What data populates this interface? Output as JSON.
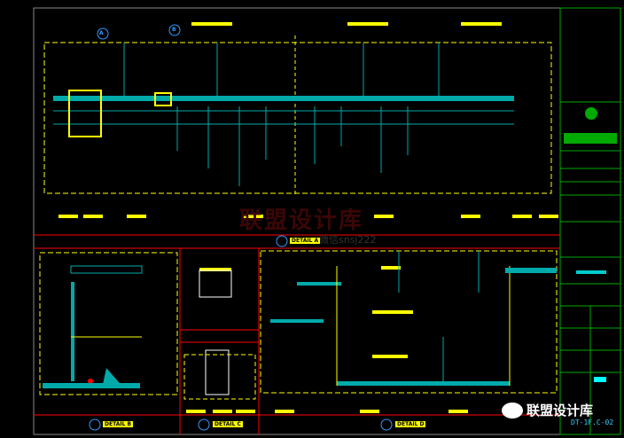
{
  "drawing": {
    "sheet_code": "DT-1F.C-02",
    "detail_titles": [
      "DETAIL A",
      "DETAIL B",
      "DETAIL C",
      "DETAIL D"
    ],
    "section_markers": [
      "A",
      "B"
    ],
    "watermark": "联盟设计库",
    "watermark_sub": "微信snsj222",
    "brand": "联盟设计库"
  },
  "colors": {
    "background": "#000000",
    "frame": "#808080",
    "section_line": "#ff0000",
    "annotation": "#ffff00",
    "geometry": "#00a0a0",
    "titleblock": "#00a000"
  }
}
